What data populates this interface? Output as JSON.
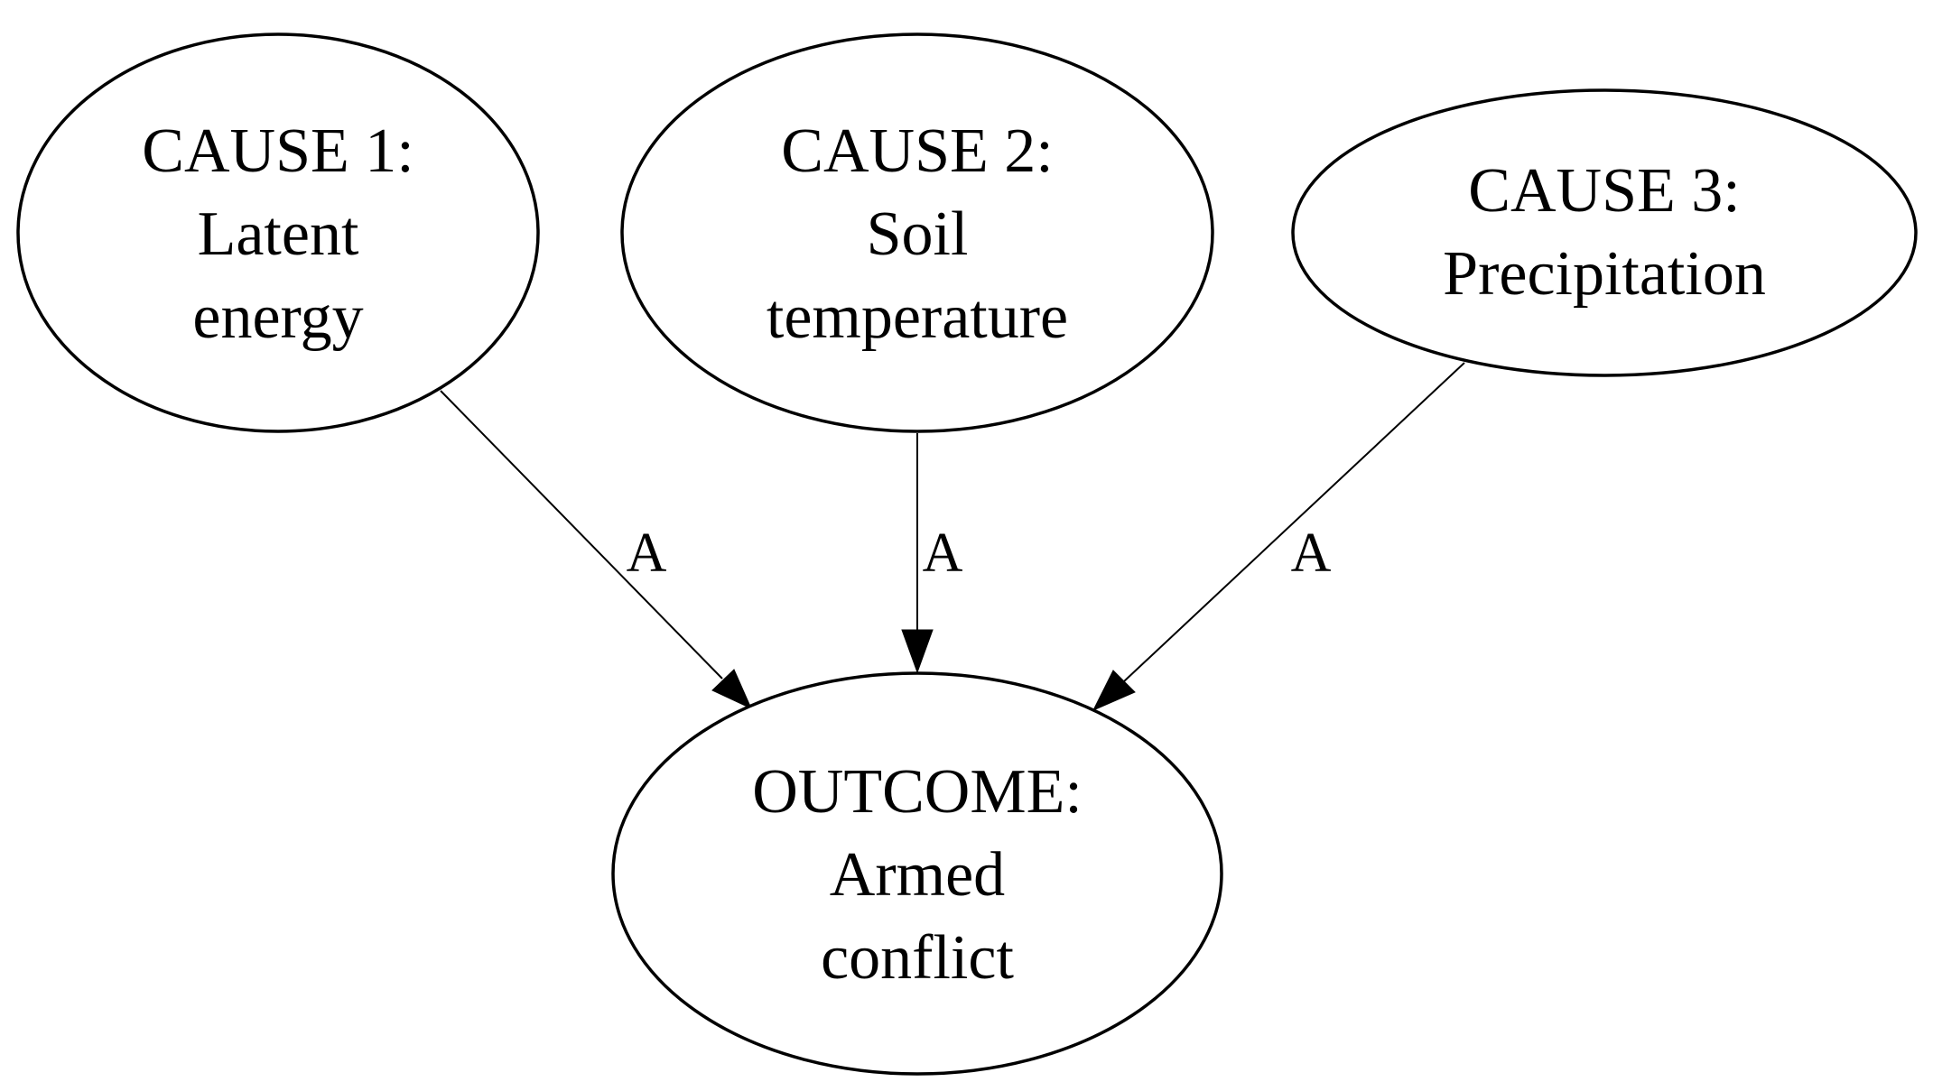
{
  "nodes": {
    "cause1": {
      "lines": [
        "CAUSE 1:",
        "Latent",
        "energy"
      ]
    },
    "cause2": {
      "lines": [
        "CAUSE 2:",
        "Soil",
        "temperature"
      ]
    },
    "cause3": {
      "lines": [
        "CAUSE 3:",
        "Precipitation"
      ]
    },
    "outcome": {
      "lines": [
        "OUTCOME:",
        "Armed",
        "conflict"
      ]
    }
  },
  "edges": [
    {
      "from": "cause1",
      "to": "outcome",
      "label": "A"
    },
    {
      "from": "cause2",
      "to": "outcome",
      "label": "A"
    },
    {
      "from": "cause3",
      "to": "outcome",
      "label": "A"
    }
  ]
}
